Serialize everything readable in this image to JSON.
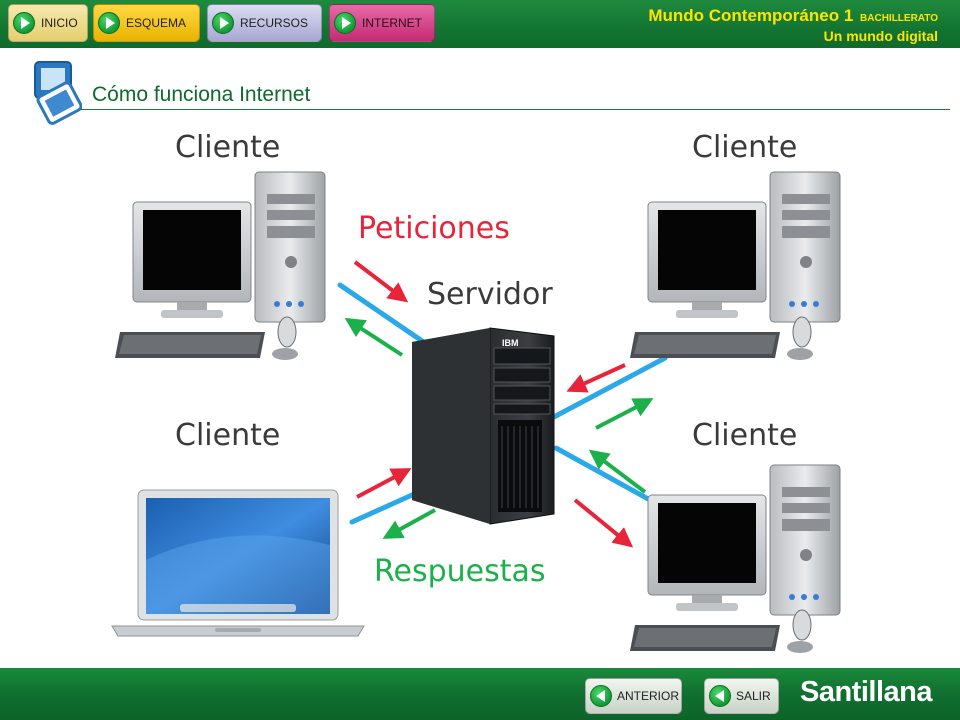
{
  "nav": {
    "inicio": "INICIO",
    "esquema": "ESQUEMA",
    "recursos": "RECURSOS",
    "internet": "INTERNET"
  },
  "brand": {
    "title": "Mundo Contemporáneo 1",
    "level": "BACHILLERATO",
    "subtitle": "Un mundo digital"
  },
  "page": {
    "title": "Cómo funciona Internet"
  },
  "diagram": {
    "clients": [
      "Cliente",
      "Cliente",
      "Cliente",
      "Cliente"
    ],
    "server": "Servidor",
    "requests": "Peticiones",
    "responses": "Respuestas",
    "server_brand": "IBM",
    "request_color": "#e8243a",
    "response_color": "#1bb04a",
    "link_color": "#2aa8e8"
  },
  "footer": {
    "previous": "ANTERIOR",
    "exit": "SALIR",
    "logo": "Santillana"
  },
  "colors": {
    "top_bar": "#137532",
    "brand_text": "#ffe400",
    "title_text": "#0f6a2c"
  }
}
